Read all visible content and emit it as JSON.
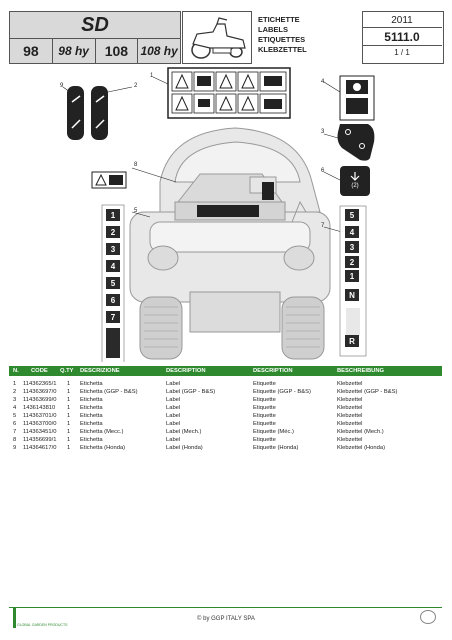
{
  "header": {
    "model_title": "SD",
    "variants": [
      "98",
      "98 hy",
      "108",
      "108 hy"
    ],
    "label_names": [
      "ETICHETTE",
      "LABELS",
      "ETIQUETTES",
      "KLEBZETTEL"
    ],
    "year": "2011",
    "doc_code": "5111.0",
    "page": "1 / 1"
  },
  "diagram": {
    "callouts": [
      "1",
      "2",
      "3",
      "4",
      "5",
      "6",
      "7",
      "8",
      "9"
    ],
    "gear_labels_left": [
      "1",
      "2",
      "3",
      "4",
      "5",
      "6",
      "7"
    ],
    "gear_labels_right": [
      "5",
      "4",
      "3",
      "2",
      "1",
      "N",
      "R"
    ],
    "badge_text": "(2)"
  },
  "table": {
    "headers": [
      "N.",
      "CODE",
      "Q.TY",
      "DESCRIZIONE",
      "DESCRIPTION",
      "DESCRIPTION",
      "BESCHREIBUNG"
    ],
    "rows": [
      [
        "1",
        "114362365/1",
        "1",
        "Etichetta",
        "Label",
        "Etiquette",
        "Klebzettel"
      ],
      [
        "2",
        "114363697/0",
        "1",
        "Etichetta (GGP - B&S)",
        "Label (GGP - B&S)",
        "Etiquette (GGP - B&S)",
        "Klebzettel (GGP - B&S)"
      ],
      [
        "3",
        "114363699/0",
        "1",
        "Etichetta",
        "Label",
        "Etiquette",
        "Klebzettel"
      ],
      [
        "4",
        "1436143810",
        "1",
        "Etichetta",
        "Label",
        "Etiquette",
        "Klebzettel"
      ],
      [
        "5",
        "114363701/0",
        "1",
        "Etichetta",
        "Label",
        "Etiquette",
        "Klebzettel"
      ],
      [
        "6",
        "114363700/0",
        "1",
        "Etichetta",
        "Label",
        "Etiquette",
        "Klebzettel"
      ],
      [
        "7",
        "114363451/0",
        "1",
        "Etichetta (Mecc.)",
        "Label (Mech.)",
        "Etiquette (Méc.)",
        "Klebzettel (Mech.)"
      ],
      [
        "8",
        "114356699/1",
        "1",
        "Etichetta",
        "Label",
        "Etiquette",
        "Klebzettel"
      ],
      [
        "9",
        "114364617/0",
        "1",
        "Etichetta (Honda)",
        "Label (Honda)",
        "Etiquette (Honda)",
        "Klebzettel (Honda)"
      ]
    ]
  },
  "footer": {
    "copyright": "© by GGP ITALY SPA",
    "logo_text": "GLOBAL GARDEN PRODUCTS"
  },
  "colors": {
    "accent_green": "#2f8a2f",
    "box_gray": "#d9d9d9"
  }
}
